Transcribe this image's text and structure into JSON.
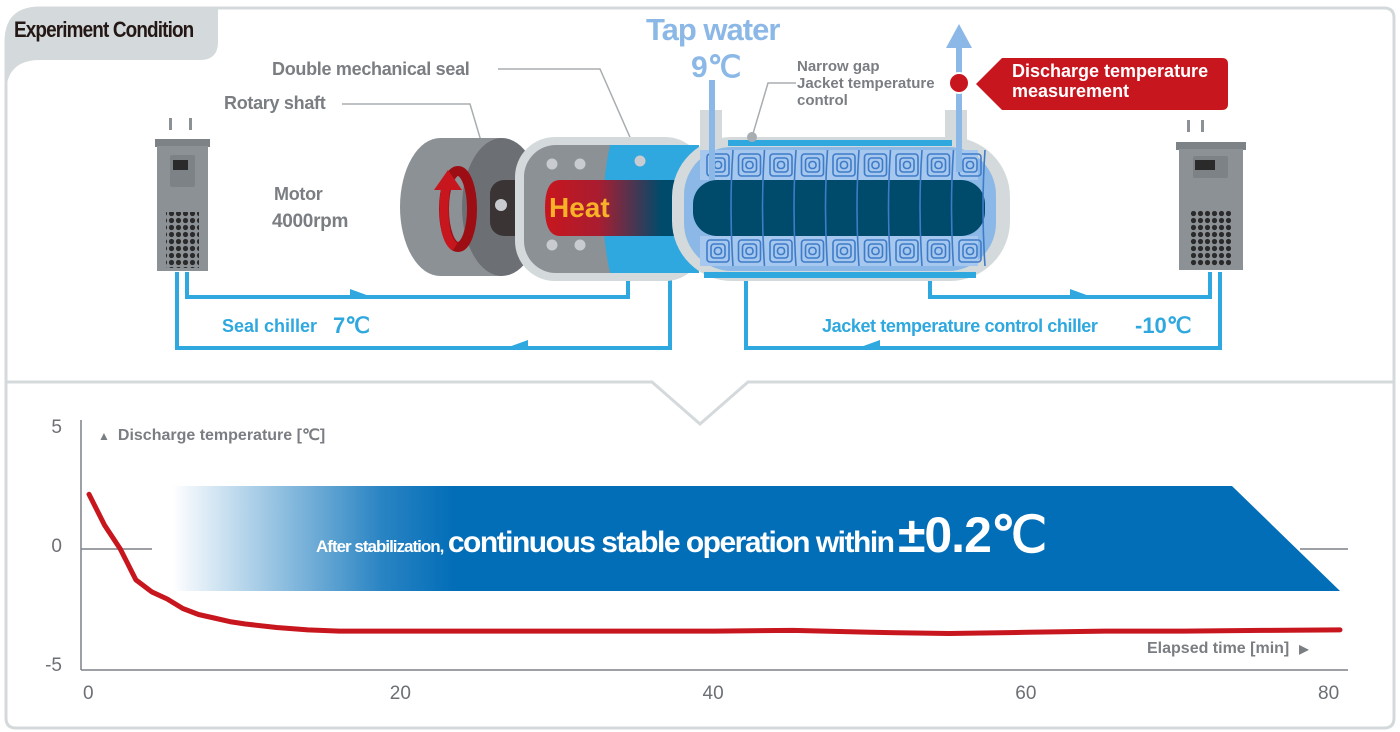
{
  "header": {
    "title": "Experiment Condition"
  },
  "diagram": {
    "labels": {
      "double_mechanical_seal": "Double mechanical seal",
      "rotary_shaft": "Rotary shaft",
      "motor_line1": "Motor",
      "motor_line2": "4000rpm",
      "heat": "Heat",
      "tap_water": "Tap water",
      "tap_water_temp": "9℃",
      "narrow_gap_line1": "Narrow gap",
      "narrow_gap_line2": "Jacket temperature",
      "narrow_gap_line3": "control",
      "discharge_measure_line1": "Discharge temperature",
      "discharge_measure_line2": "measurement",
      "seal_chiller": "Seal chiller",
      "seal_chiller_temp": "7℃",
      "jacket_chiller": "Jacket temperature control chiller",
      "jacket_chiller_temp": "-10℃"
    },
    "icons": {
      "left_chiller": "chiller-icon",
      "right_chiller": "chiller-icon",
      "motor": "motor-icon",
      "rotation": "rotation-arrow-icon",
      "measurement_point": "measurement-dot-icon",
      "outflow_arrow": "up-arrow-icon"
    },
    "colors": {
      "pipe_blue": "#2ea8df",
      "light_blue": "#8bb8e6",
      "dark_navy": "#004a6b",
      "accent_red": "#c8161e",
      "heat_yellow": "#f7b228",
      "gray_text": "#7a7e82"
    }
  },
  "banner": {
    "prefix": "After stabilization,",
    "main": "continuous stable operation within",
    "value": "±0.2℃",
    "color": "#036eb8"
  },
  "chart_data": {
    "type": "line",
    "title": "",
    "ylabel": "Discharge temperature [℃]",
    "xlabel": "Elapsed time [min]",
    "xlim": [
      0,
      80
    ],
    "ylim": [
      -5,
      5
    ],
    "x_ticks": [
      "0",
      "20",
      "40",
      "60",
      "80"
    ],
    "y_ticks": [
      "5",
      "0",
      "-5"
    ],
    "series": [
      {
        "name": "Discharge temperature",
        "color": "#c8161e",
        "x": [
          0,
          1,
          2,
          3,
          4,
          5,
          6,
          7,
          8,
          9,
          10,
          12,
          14,
          16,
          20,
          25,
          30,
          35,
          40,
          45,
          50,
          55,
          60,
          65,
          70,
          75,
          80
        ],
        "y": [
          2.3,
          1.0,
          0.0,
          -1.3,
          -1.8,
          -2.1,
          -2.5,
          -2.75,
          -2.9,
          -3.05,
          -3.15,
          -3.3,
          -3.4,
          -3.45,
          -3.45,
          -3.45,
          -3.45,
          -3.45,
          -3.45,
          -3.42,
          -3.5,
          -3.55,
          -3.5,
          -3.45,
          -3.45,
          -3.42,
          -3.4
        ]
      }
    ],
    "grid": false,
    "legend": "none"
  }
}
